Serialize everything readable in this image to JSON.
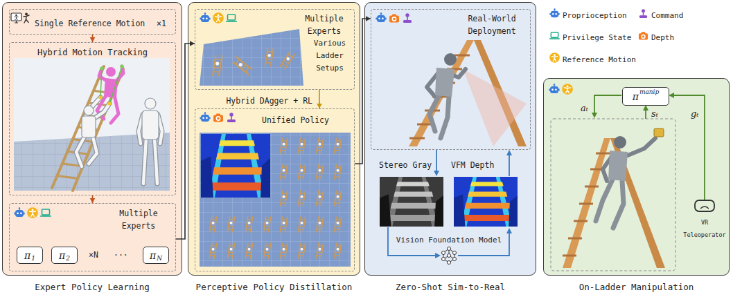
{
  "diagram": {
    "nodes": [
      {
        "text": [
          "Expert Policy Learning"
        ]
      },
      {
        "text": [
          "Single Reference Motion",
          "×1"
        ],
        "in": 0
      },
      {
        "text": [
          "Hybrid Motion Tracking"
        ],
        "in": 0
      },
      {
        "text": [
          "Multiple Experts",
          "×N",
          "..."
        ],
        "in": 0
      },
      {
        "text": [
          "π",
          "1"
        ],
        "in": 3
      },
      {
        "text": [
          "π",
          "2"
        ],
        "in": 3
      },
      {
        "text": [
          "π",
          "N"
        ],
        "in": 3
      },
      {
        "text": [
          "Perceptive Policy Distillation"
        ]
      },
      {
        "text": [
          "Multiple Experts",
          "Various Ladder Setups"
        ],
        "in": 7
      },
      {
        "text": [
          "Unified Policy"
        ],
        "in": 7
      },
      {
        "text": [
          "Zero-Shot Sim-to-Real"
        ]
      },
      {
        "text": [
          "Real-World Deployment"
        ],
        "in": 10
      },
      {
        "text": [
          "On-Ladder Manipulation"
        ]
      },
      {
        "text": [
          "π",
          "manip"
        ],
        "in": 12
      }
    ],
    "edges": [
      {
        "from": 1,
        "to": 2,
        "arrow": "to"
      },
      {
        "from": 2,
        "to": 3,
        "arrow": "to"
      },
      {
        "from": 3,
        "to": 8,
        "arrow": "to"
      },
      {
        "from": 8,
        "to": 9,
        "label": "Hybrid DAgger + RL",
        "arrow": "to"
      },
      {
        "from": 9,
        "to": 11,
        "arrow": "to"
      }
    ],
    "labels": [
      "Stereo Gray",
      "VFM Depth",
      "Vision Foundation Model",
      "aₜ",
      "sₜ",
      "gₜ",
      "VR Teleoperator"
    ],
    "legend": [
      {
        "text": "Proprioception"
      },
      {
        "text": "Command"
      },
      {
        "text": "Privilege State"
      },
      {
        "text": "Depth"
      },
      {
        "text": "Reference Motion"
      }
    ]
  }
}
